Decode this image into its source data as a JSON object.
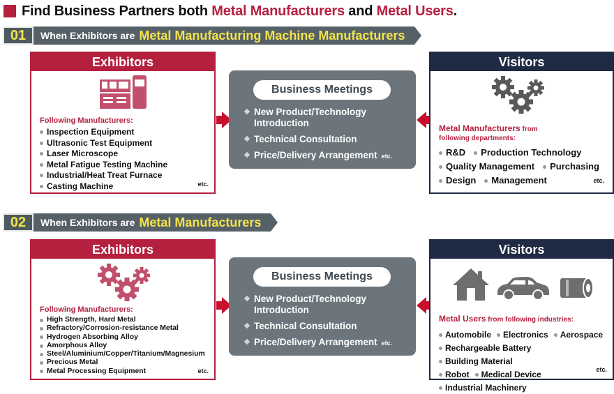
{
  "title": {
    "prefix": "Find Business Partners both ",
    "highlight1": "Metal Manufacturers",
    "middle": " and ",
    "highlight2": "Metal Users",
    "suffix": "."
  },
  "colors": {
    "brand_red": "#b5203f",
    "navy": "#1f2a44",
    "gray": "#6b757b",
    "yellow": "#f2e44a"
  },
  "sections": [
    {
      "number": "01",
      "header_prefix": "When Exhibitors are",
      "header_highlight": "Metal Manufacturing Machine Manufacturers",
      "exhibitors": {
        "heading": "Exhibitors",
        "icon": "machine-icon",
        "label": "Following Manufacturers:",
        "items": [
          "Inspection Equipment",
          "Ultrasonic Test Equipment",
          "Laser Microscope",
          "Metal Fatigue Testing Machine",
          "Industrial/Heat Treat Furnace",
          "Casting Machine"
        ],
        "etc": "etc."
      },
      "meetings": {
        "heading": "Business Meetings",
        "items": [
          "New Product/Technology Introduction",
          "Technical Consultation",
          "Price/Delivery Arrangement"
        ],
        "etc": "etc."
      },
      "visitors": {
        "heading": "Visitors",
        "icon": "gears-icon",
        "label_main": "Metal Manufacturers",
        "label_rest": " from",
        "label_line2": "following departments:",
        "items": [
          "R&D",
          "Production Technology",
          "Quality Management",
          "Purchasing",
          "Design",
          "Management"
        ],
        "etc": "etc."
      }
    },
    {
      "number": "02",
      "header_prefix": "When Exhibitors are",
      "header_highlight": "Metal Manufacturers",
      "exhibitors": {
        "heading": "Exhibitors",
        "icon": "gears-icon",
        "label": "Following Manufacturers:",
        "items": [
          "High Strength, Hard Metal",
          "Refractory/Corrosion-resistance Metal",
          "Hydrogen Absorbing Alloy",
          "Amorphous Alloy",
          "Steel/Aluminium/Copper/Titanium/Magnesium",
          "Precious Metal",
          "Metal Processing Equipment"
        ],
        "etc": "etc."
      },
      "meetings": {
        "heading": "Business Meetings",
        "items": [
          "New Product/Technology Introduction",
          "Technical Consultation",
          "Price/Delivery Arrangement"
        ],
        "etc": "etc."
      },
      "visitors": {
        "heading": "Visitors",
        "icons": [
          "house-icon",
          "car-icon",
          "battery-icon"
        ],
        "label_main": "Metal Users",
        "label_rest": " from following industries:",
        "rows": [
          [
            "Automobile",
            "Electronics",
            "Aerospace"
          ],
          [
            "Rechargeable Battery",
            "Building Material"
          ],
          [
            "Robot",
            "Medical Device"
          ],
          [
            "Industrial Machinery"
          ]
        ],
        "etc": "etc."
      }
    }
  ]
}
